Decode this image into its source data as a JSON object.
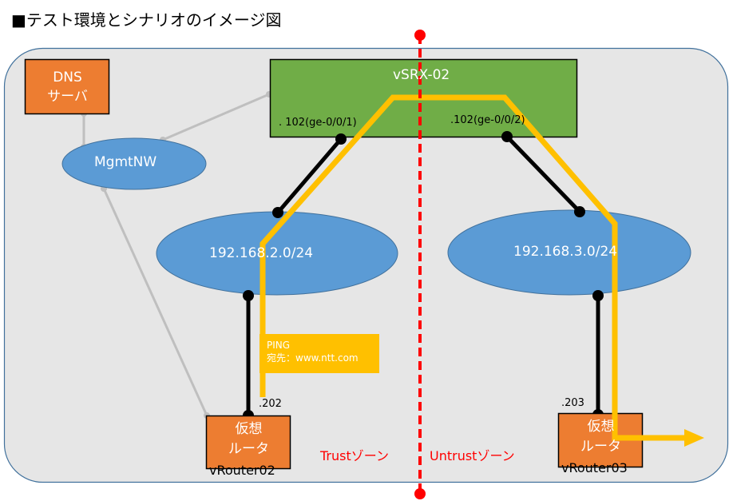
{
  "title": "■テスト環境とシナリオのイメージ図",
  "colors": {
    "container_fill": "#E6E6E6",
    "container_stroke": "#41719C",
    "network_fill": "#5B9BD5",
    "router_fill": "#ED7D31",
    "firewall_fill": "#70AD47",
    "ping_path": "#FFC000",
    "zone_boundary": "#FF0000",
    "mgmt_link": "#BFBFBF",
    "data_link": "#000000"
  },
  "nodes": {
    "dns": {
      "line1": "DNS",
      "line2": "サーバ"
    },
    "mgmt": {
      "label": "MgmtNW"
    },
    "vsrx": {
      "label": "vSRX-02",
      "if_left": ". 102(ge-0/0/1)",
      "if_right": ".102(ge-0/0/2)"
    },
    "net_left": {
      "label": "192.168.2.0/24"
    },
    "net_right": {
      "label": "192.168.3.0/24"
    },
    "router_left": {
      "line1": "仮想",
      "line2": "ルータ",
      "name": "vRouter02",
      "ip": ".202"
    },
    "router_right": {
      "line1": "仮想",
      "line2": "ルータ",
      "name": "vRouter03",
      "ip": ".203"
    }
  },
  "ping": {
    "line1": "PING",
    "line2": "宛先：www.ntt.com"
  },
  "zones": {
    "trust": "Trustゾーン",
    "untrust": "Untrustゾーン"
  }
}
